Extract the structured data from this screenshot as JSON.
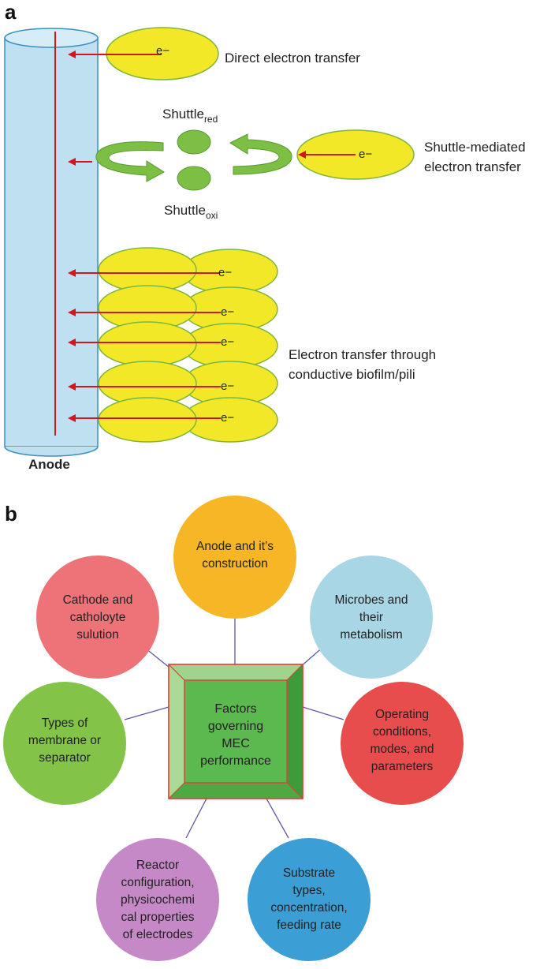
{
  "panel_a": {
    "letter": "a",
    "electron": "e−",
    "labels": {
      "direct": "Direct electron transfer",
      "shuttle_line1": "Shuttle-mediated",
      "shuttle_line2": "electron transfer",
      "shuttle_red_main": "Shuttle",
      "shuttle_red_sub": "red",
      "shuttle_oxi_main": "Shuttle",
      "shuttle_oxi_sub": "oxi",
      "biofilm_line1": "Electron transfer through",
      "biofilm_line2": "conductive biofilm/pili",
      "anode": "Anode"
    },
    "colors": {
      "anode_fill": "#bfe0f0",
      "anode_stroke": "#3a8fc0",
      "wire": "#d3161b",
      "cell_fill": "#f2e827",
      "cell_stroke": "#7fb53a",
      "shuttle_green": "#7dbe45"
    }
  },
  "panel_b": {
    "letter": "b",
    "center_lines": [
      "Factors",
      "governing",
      "MEC",
      "performance"
    ],
    "nodes": [
      {
        "id": "anode",
        "lines": [
          "Anode and it’s",
          "construction"
        ],
        "color": "#f6b625"
      },
      {
        "id": "microbes",
        "lines": [
          "Microbes and",
          "their",
          "metabolism"
        ],
        "color": "#a9d6e4"
      },
      {
        "id": "operating",
        "lines": [
          "Operating",
          "conditions,",
          "modes, and",
          "parameters"
        ],
        "color": "#e84d4e"
      },
      {
        "id": "substrate",
        "lines": [
          "Substrate",
          "types,",
          "concentration,",
          "feeding rate"
        ],
        "color": "#3b9fd6"
      },
      {
        "id": "reactor",
        "lines": [
          "Reactor",
          "configuration,",
          "physicochemi",
          "cal properties",
          "of electrodes"
        ],
        "color": "#c689c8"
      },
      {
        "id": "membrane",
        "lines": [
          "Types of",
          "membrane or",
          "separator"
        ],
        "color": "#83c448"
      },
      {
        "id": "cathode",
        "lines": [
          "Cathode and",
          "catholoyte",
          "sulution"
        ],
        "color": "#ee7378"
      }
    ],
    "colors": {
      "square_outer": "#8fcb7b",
      "square_inner": "#5cb94f",
      "square_border": "#e0413f",
      "connector": "#5d5aa6"
    }
  }
}
